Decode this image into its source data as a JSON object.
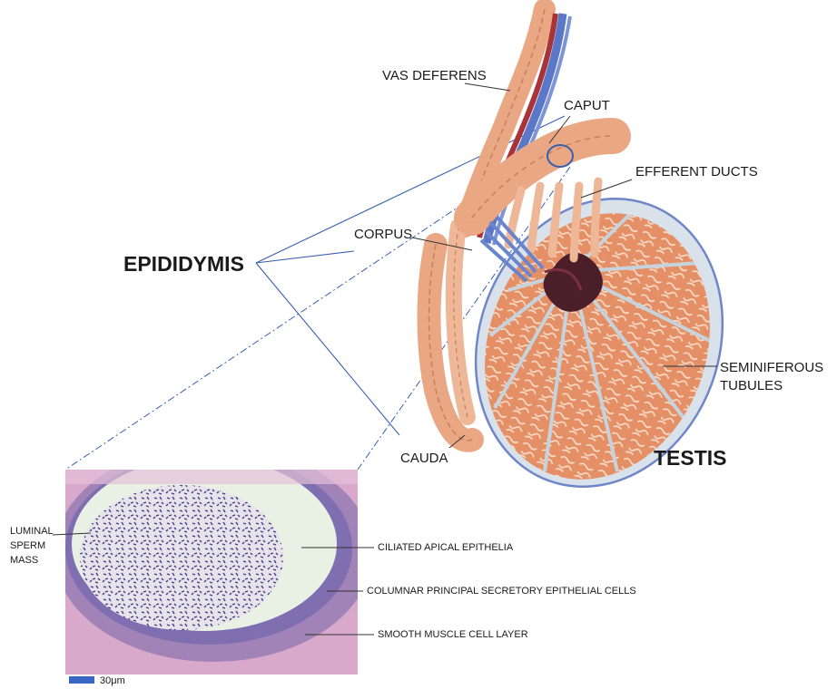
{
  "labels": {
    "vas_deferens": "VAS DEFERENS",
    "caput": "CAPUT",
    "efferent_ducts": "EFFERENT DUCTS",
    "corpus": "CORPUS",
    "epididymis": "EPIDIDYMIS",
    "seminiferous_tubules": "SEMINIFEROUS\nTUBULES",
    "cauda": "CAUDA",
    "testis": "TESTIS"
  },
  "histology": {
    "luminal_sperm_mass": "LUMINAL\nSPERM\nMASS",
    "ciliated_apical_epithelia": "CILIATED APICAL EPITHELIA",
    "columnar_cells": "COLUMNAR PRINCIPAL SECRETORY EPITHELIAL CELLS",
    "smooth_muscle": "SMOOTH MUSCLE CELL LAYER",
    "scale_bar": "30μm"
  },
  "colors": {
    "tubule_peach": "#e9a784",
    "tubule_outline": "#c97f5c",
    "testis_fill": "#e58f66",
    "testis_capsule": "#d9e2ea",
    "vessel_blue": "#5b78c8",
    "vessel_red": "#a8343a",
    "rete_dark": "#4a1f2a",
    "leader_blue": "#3a5fb0",
    "scale_blue": "#3a66c4",
    "tissue_pink": "#d9a9cc",
    "lumen_pale": "#e9f0e4",
    "nuclei_purple": "#4a3f8f"
  }
}
